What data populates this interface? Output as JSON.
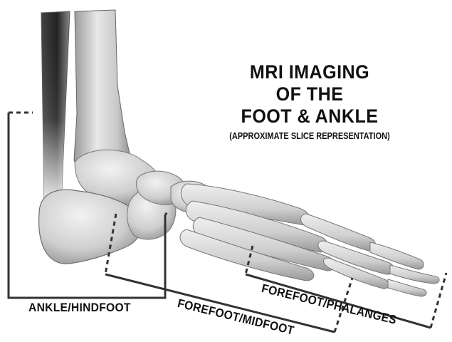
{
  "title": {
    "lines": [
      "MRI IMAGING",
      "OF THE",
      "FOOT & ANKLE"
    ],
    "subtitle": "(APPROXIMATE SLICE REPRESENTATION)"
  },
  "regions": [
    {
      "label": "ANKLE/HINDFOOT"
    },
    {
      "label": "FOREFOOT/MIDFOOT"
    },
    {
      "label": "FOREFOOT/PHALANGES"
    }
  ]
}
